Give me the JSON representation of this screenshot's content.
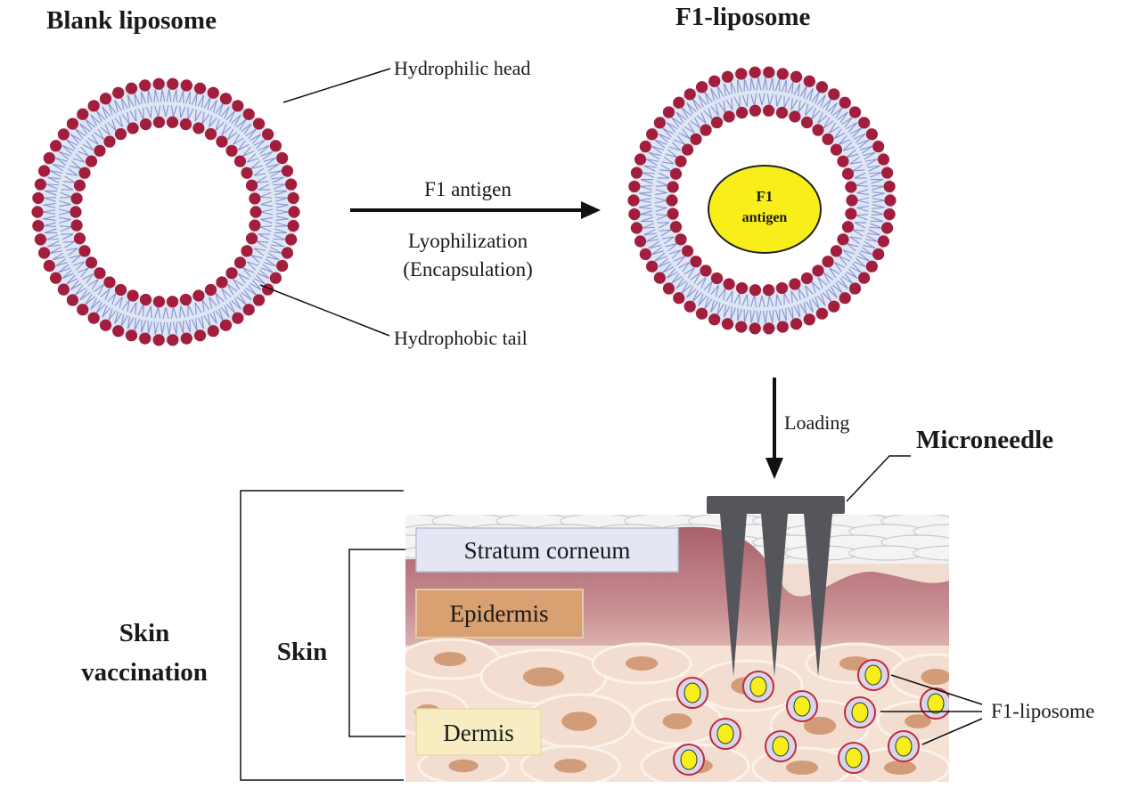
{
  "titles": {
    "blank": "Blank liposome",
    "f1": "F1-liposome"
  },
  "labels": {
    "hydrophilic_head": "Hydrophilic head",
    "hydrophobic_tail": "Hydrophobic tail",
    "process_top": "F1 antigen",
    "process_mid": "Lyophilization",
    "process_bot": "(Encapsulation)",
    "antigen_line1": "F1",
    "antigen_line2": "antigen",
    "loading": "Loading",
    "microneedle": "Microneedle",
    "stratum_corneum": "Stratum corneum",
    "epidermis": "Epidermis",
    "dermis": "Dermis",
    "skin": "Skin",
    "skin_vaccination_1": "Skin",
    "skin_vaccination_2": "vaccination",
    "f1_liposome": "F1-liposome"
  },
  "colors": {
    "head_bead": "#a31d3c",
    "tail_line": "#8a8fd0",
    "bilayer_fill": "#dde6f3",
    "antigen": "#f7ee1a",
    "stratum_box": "#e4e6f4",
    "epidermis_box": "#d9a071",
    "dermis_box": "#f8ecc2",
    "needle": "#55565c",
    "skin_pink": "#b8707a"
  }
}
